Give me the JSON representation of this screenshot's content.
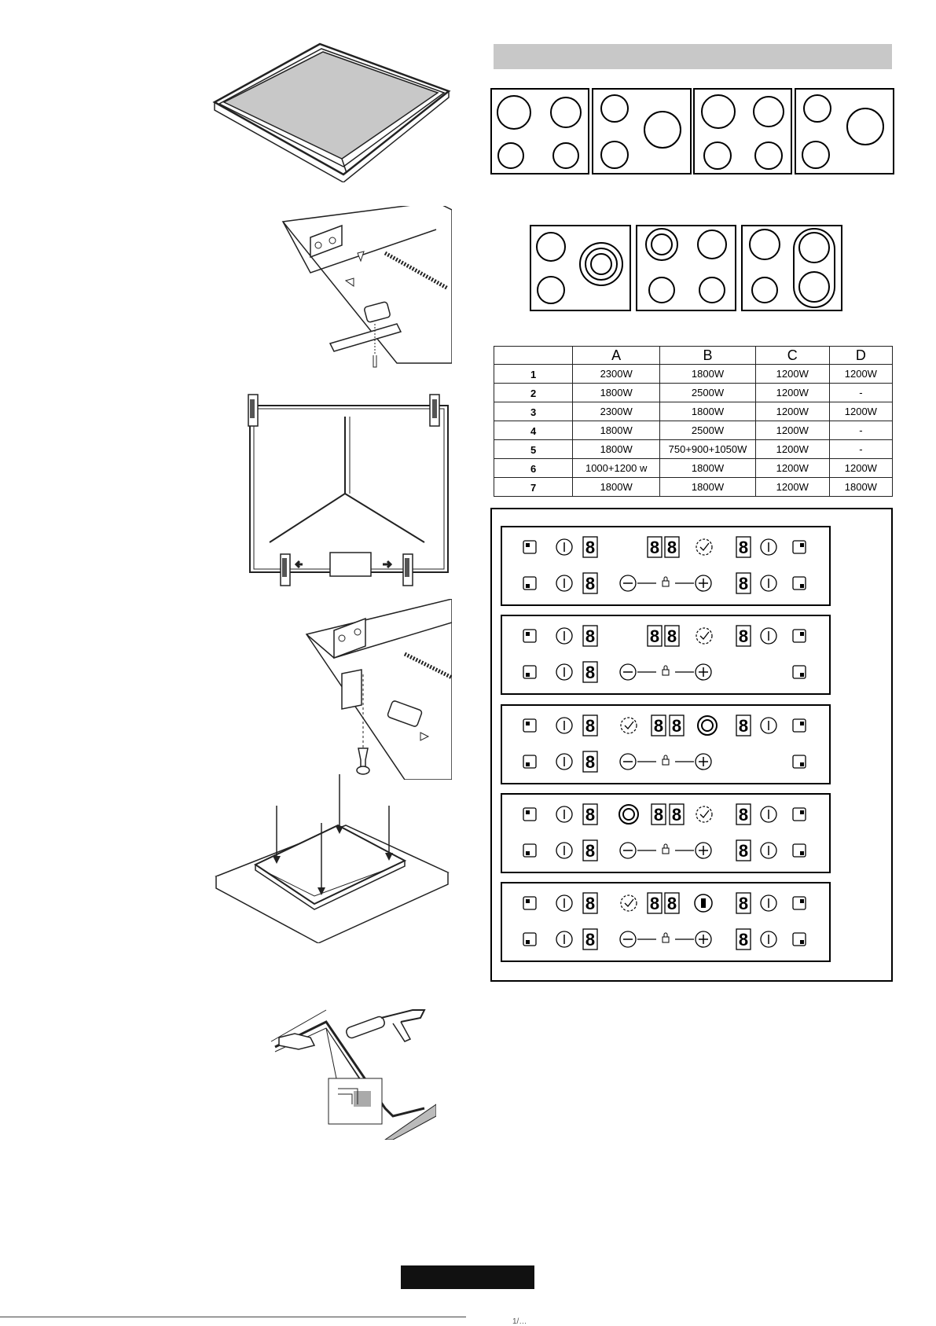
{
  "power_table": {
    "headers": [
      "",
      "A",
      "B",
      "C",
      "D"
    ],
    "rows": [
      {
        "n": "1",
        "a": "2300W",
        "b": "1800W",
        "c": "1200W",
        "d": "1200W"
      },
      {
        "n": "2",
        "a": "1800W",
        "b": "2500W",
        "c": "1200W",
        "d": "-"
      },
      {
        "n": "3",
        "a": "2300W",
        "b": "1800W",
        "c": "1200W",
        "d": "1200W"
      },
      {
        "n": "4",
        "a": "1800W",
        "b": "2500W",
        "c": "1200W",
        "d": "-"
      },
      {
        "n": "5",
        "a": "1800W",
        "b": "750+900+1050W",
        "c": "1200W",
        "d": "-"
      },
      {
        "n": "6",
        "a": "1000+1200 w",
        "b": "1800W",
        "c": "1200W",
        "d": "1200W"
      },
      {
        "n": "7",
        "a": "1800W",
        "b": "1800W",
        "c": "1200W",
        "d": "1800W"
      }
    ]
  },
  "panels": {
    "display_digit": "8",
    "power_symbol": "I",
    "minus": "−",
    "plus": "+",
    "lock": "🔒"
  },
  "illustrations": [
    "hob-glass-top",
    "bracket-fixing",
    "hob-underside",
    "screw-fixing",
    "worktop-insert",
    "sealant-application"
  ],
  "footer": {
    "mark": "1/…"
  }
}
